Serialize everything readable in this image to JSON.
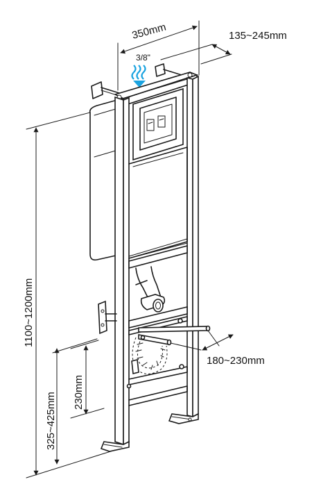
{
  "dimensions": {
    "width_top": "350mm",
    "depth_top": "135~245mm",
    "water_inlet": "3/8\"",
    "total_height": "1100~1200mm",
    "drain_height": "325~425mm",
    "bracket_height": "230mm",
    "rod_spacing": "180~230mm"
  },
  "colors": {
    "water_arrow": "#1aa3e0",
    "line": "#1a1a1a"
  },
  "icons": {
    "water_arrow": "water-inlet-arrow-icon"
  }
}
